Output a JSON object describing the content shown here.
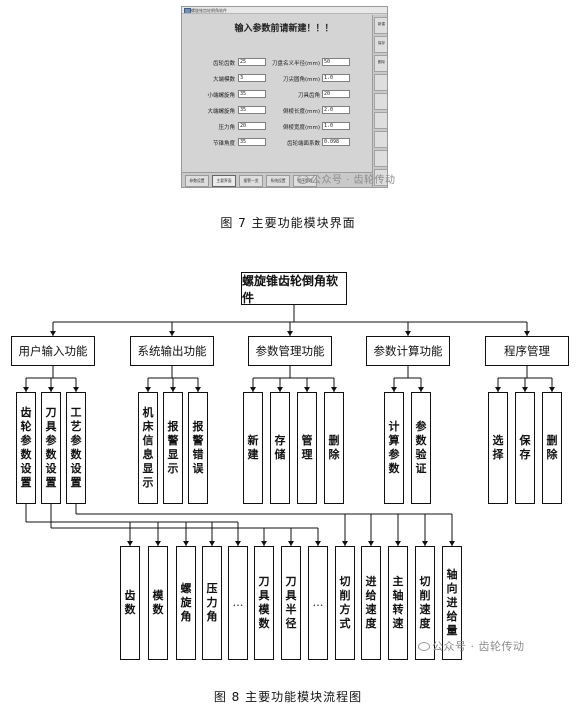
{
  "figure7": {
    "window_title": "螺旋锥齿轮倒角软件",
    "screen_title": "输入参数前请新建！！！",
    "fields_left": [
      {
        "label": "齿轮齿数",
        "value": "25"
      },
      {
        "label": "大端模数",
        "value": "3"
      },
      {
        "label": "小端螺旋角",
        "value": "35"
      },
      {
        "label": "大端螺旋角",
        "value": "35"
      },
      {
        "label": "压力角",
        "value": "20"
      },
      {
        "label": "节锥角度",
        "value": "35"
      }
    ],
    "fields_right": [
      {
        "label": "刀盘名义半径(mm)",
        "value": "50"
      },
      {
        "label": "刀尖圆角(mm)",
        "value": "1.0"
      },
      {
        "label": "刀具齿角",
        "value": "20"
      },
      {
        "label": "倒棱长度(mm)",
        "value": "2.0"
      },
      {
        "label": "倒棱宽度(mm)",
        "value": "1.0"
      },
      {
        "label": "齿轮端面系数",
        "value": "0.098"
      }
    ],
    "side_buttons": [
      "新建",
      "保存",
      "删除",
      "",
      "",
      "",
      "",
      "",
      ""
    ],
    "bottom_buttons": [
      "参数设置",
      "主要界面",
      "报警一览",
      "系统设置",
      "程序管理"
    ],
    "active_bottom": 1,
    "watermark": "公众号 · 齿轮传动",
    "caption": "图 7  主要功能模块界面"
  },
  "figure8": {
    "title": "螺旋锥齿轮倒角软件",
    "modules": [
      {
        "label": "用户输入功能",
        "children": [
          "齿轮参数设置",
          "刀具参数设置",
          "工艺参数设置"
        ]
      },
      {
        "label": "系统输出功能",
        "children": [
          "机床信息显示",
          "报警显示",
          "报警错误"
        ]
      },
      {
        "label": "参数管理功能",
        "children": [
          "新建",
          "存储",
          "管理",
          "删除"
        ]
      },
      {
        "label": "参数计算功能",
        "children": [
          "计算参数",
          "参数验证"
        ]
      },
      {
        "label": "程序管理",
        "children": [
          "选择",
          "保存",
          "删除"
        ]
      }
    ],
    "bottom_items": [
      "齿数",
      "模数",
      "螺旋角",
      "压力角",
      "…",
      "刀具模数",
      "刀具半径",
      "…",
      "切削方式",
      "进给速度",
      "主轴转速",
      "切削速度",
      "轴向进给量"
    ],
    "watermark": "公众号 · 齿轮传动",
    "caption": "图 8  主要功能模块流程图"
  }
}
